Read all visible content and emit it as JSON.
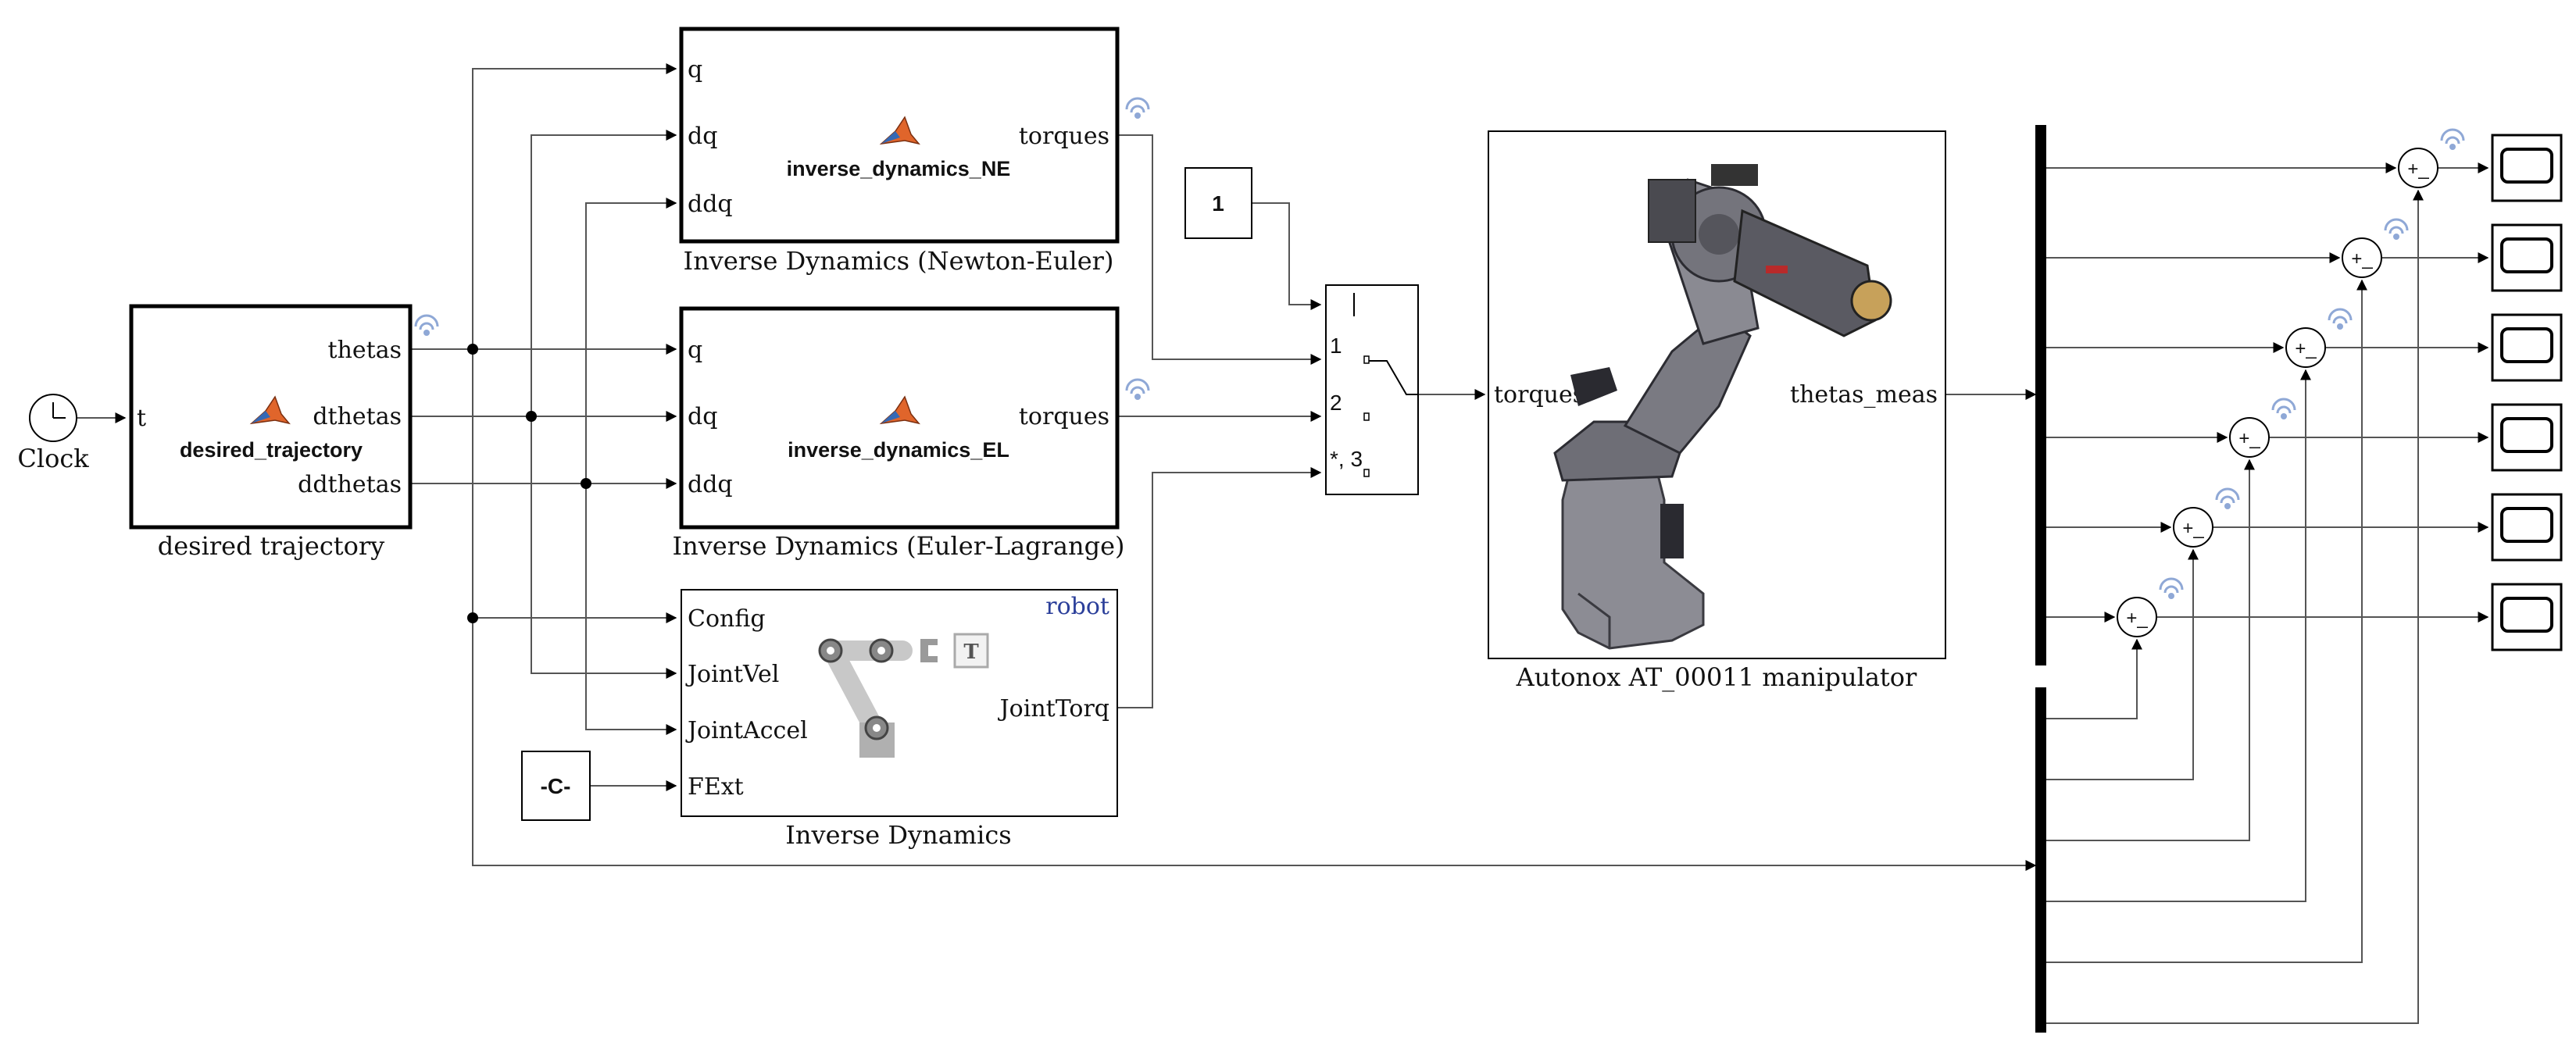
{
  "blocks": {
    "clock": {
      "caption": "Clock"
    },
    "desired_trajectory": {
      "caption": "desired trajectory",
      "function": "desired_trajectory",
      "in_ports": [
        "t"
      ],
      "out_ports": [
        "thetas",
        "dthetas",
        "ddthetas"
      ]
    },
    "inv_ne": {
      "caption": "Inverse Dynamics (Newton-Euler)",
      "function": "inverse_dynamics_NE",
      "in_ports": [
        "q",
        "dq",
        "ddq"
      ],
      "out_ports": [
        "torques"
      ]
    },
    "inv_el": {
      "caption": "Inverse Dynamics (Euler-Lagrange)",
      "function": "inverse_dynamics_EL",
      "in_ports": [
        "q",
        "dq",
        "ddq"
      ],
      "out_ports": [
        "torques"
      ]
    },
    "inv_dyn": {
      "caption": "Inverse Dynamics",
      "tag": "robot",
      "in_ports": [
        "Config",
        "JointVel",
        "JointAccel",
        "FExt"
      ],
      "out_ports": [
        "JointTorq"
      ],
      "icon_letter": "T"
    },
    "const_c": {
      "label": "-C-"
    },
    "const_1": {
      "label": "1"
    },
    "switch": {
      "ports": [
        "1",
        "2",
        "*, 3"
      ]
    },
    "manipulator": {
      "caption": "Autonox AT_00011 manipulator",
      "in_ports": [
        "torques"
      ],
      "out_ports": [
        "thetas_meas"
      ]
    },
    "sum_sign": "+_",
    "sum_count": 6,
    "scope_count": 6
  },
  "colors": {
    "wire": "#555555",
    "logging_icon": "#8fa8d6",
    "tag_text": "#2b3f9a",
    "robot_body": "#8c8c94"
  },
  "icons": [
    "clock-icon",
    "matlab-function-icon",
    "signal-logging-icon",
    "scope-icon",
    "robot-arm-icon"
  ]
}
